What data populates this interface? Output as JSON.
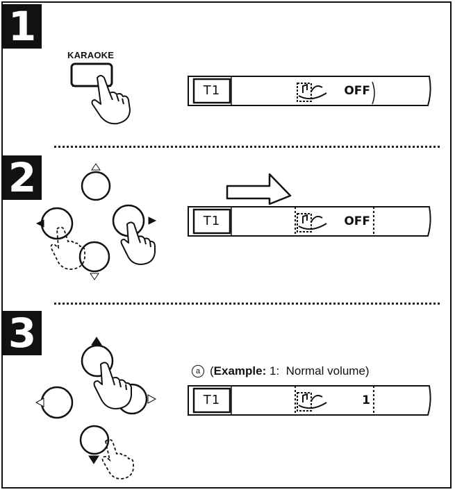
{
  "steps": {
    "step1": {
      "number": "1",
      "button_label": "KARAOKE",
      "display": {
        "track": "T1",
        "value": "OFF"
      }
    },
    "step2": {
      "number": "2",
      "display": {
        "track": "T1",
        "value": "OFF"
      }
    },
    "step3": {
      "number": "3",
      "display": {
        "track": "T1",
        "value": "1"
      },
      "note": {
        "marker": "a",
        "prefix": "(",
        "bold": "Example:",
        "text": " 1:  Normal volume)"
      }
    }
  },
  "icons": [
    "finger-press-icon",
    "arrow-right-icon",
    "karaoke-echo-icon",
    "dpad-icon"
  ]
}
